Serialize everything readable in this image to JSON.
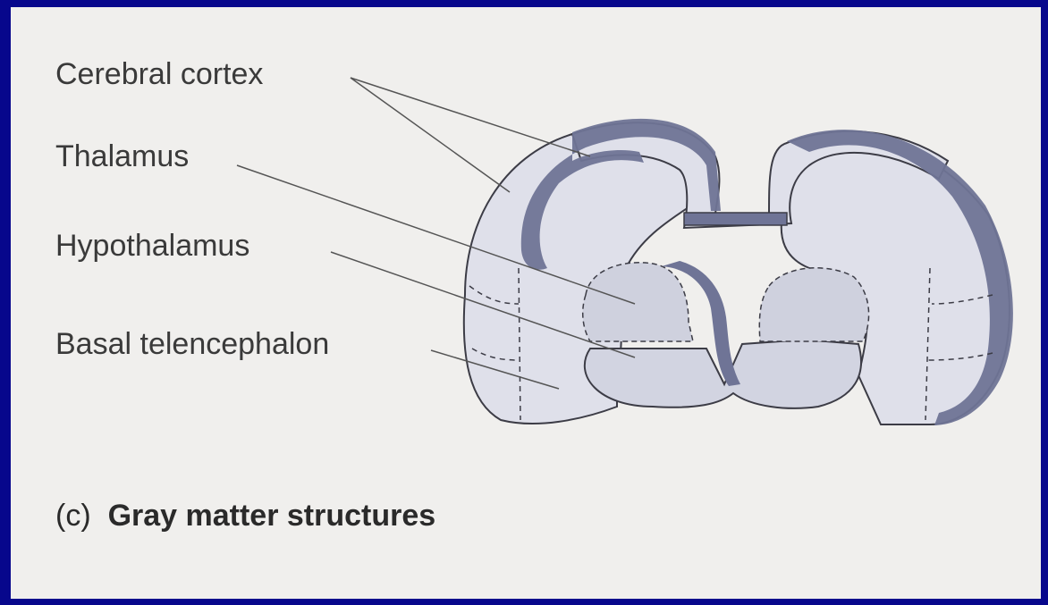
{
  "labels": {
    "cerebral_cortex": "Cerebral cortex",
    "thalamus": "Thalamus",
    "hypothalamus": "Hypothalamus",
    "basal_telencephalon": "Basal telencephalon"
  },
  "caption": {
    "prefix": "(c)",
    "title": "Gray matter structures"
  },
  "colors": {
    "background_frame": "#07078c",
    "panel": "#f0efed",
    "cortex_dark_band": "#6f7496",
    "tissue_light": "#dfe0ea",
    "tissue_mid": "#cfd1de",
    "outline": "#3c3c46"
  }
}
